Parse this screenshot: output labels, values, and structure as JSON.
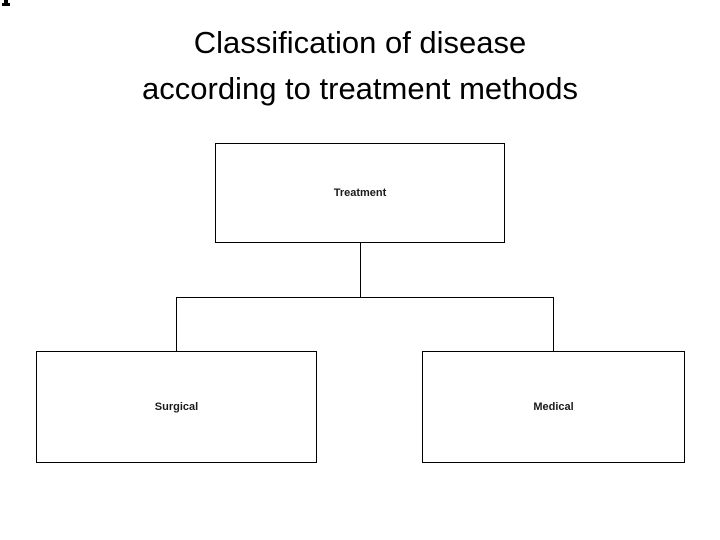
{
  "slide": {
    "title_line1": "Classification of disease",
    "title_line2": "according to treatment methods"
  },
  "diagram": {
    "type": "tree",
    "root_label": "Treatment",
    "child_left_label": "Surgical",
    "child_right_label": "Medical",
    "edges": [
      "Treatment-Surgical",
      "Treatment-Medical"
    ]
  },
  "colors": {
    "background": "#ffffff",
    "box_border": "#000000",
    "connector_line": "#000000",
    "title_text": "#000000",
    "node_label_text": "#1a1a1a"
  }
}
